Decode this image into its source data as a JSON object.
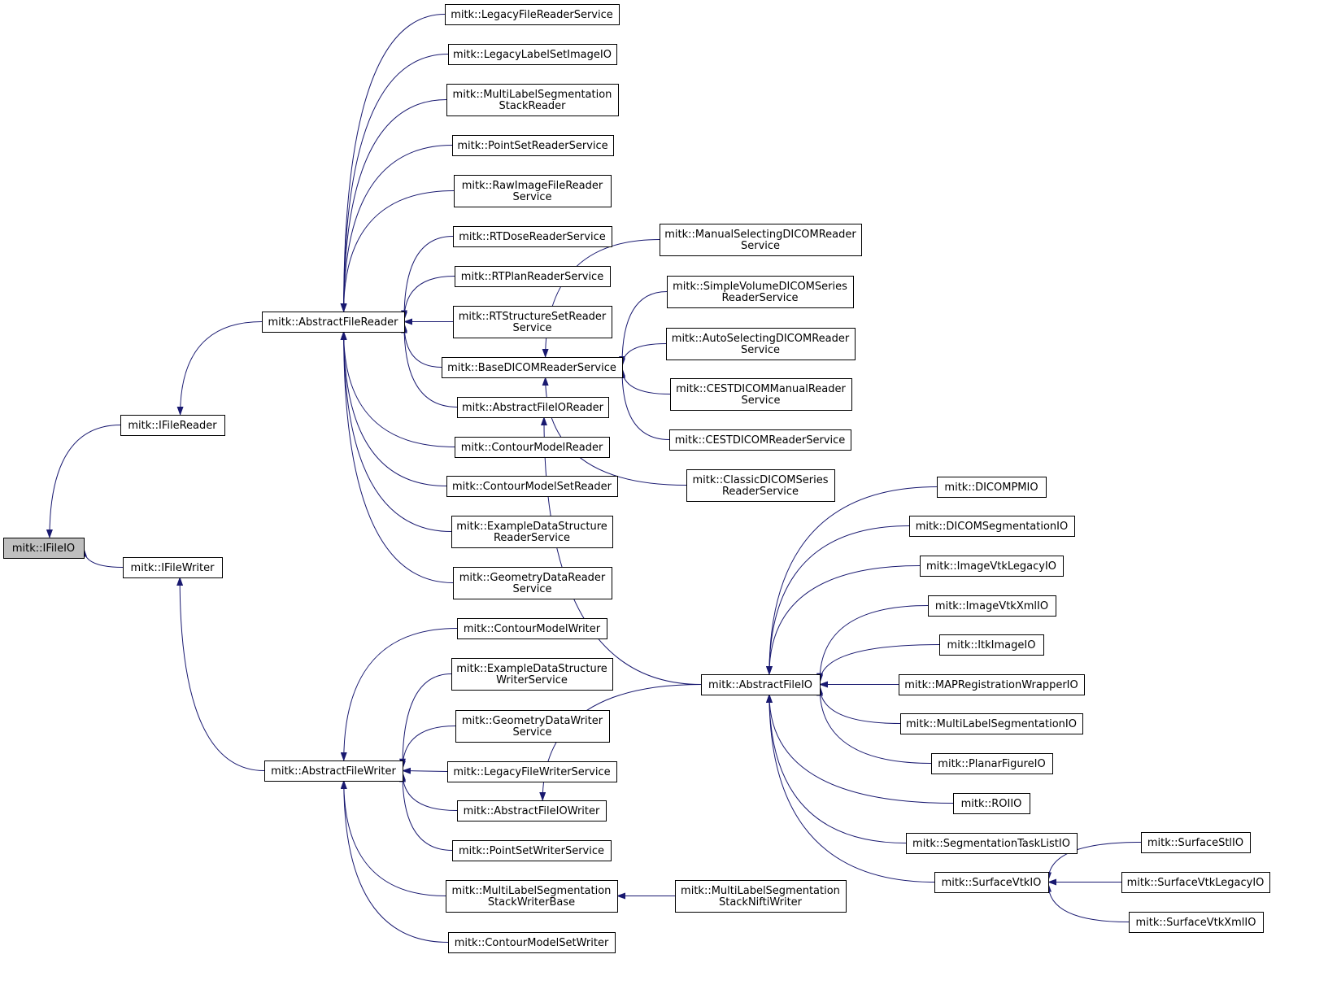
{
  "colors": {
    "edge": "#191970",
    "node_border": "#000000",
    "node_fill": "#ffffff",
    "highlight_fill": "#bfbfbf",
    "background": "#ffffff"
  },
  "nodes": [
    {
      "id": "ifileio",
      "lines": [
        "mitk::IFileIO"
      ],
      "highlight": true
    },
    {
      "id": "ifilereader",
      "lines": [
        "mitk::IFileReader"
      ]
    },
    {
      "id": "ifilewriter",
      "lines": [
        "mitk::IFileWriter"
      ]
    },
    {
      "id": "abstractfilereader",
      "lines": [
        "mitk::AbstractFileReader"
      ]
    },
    {
      "id": "abstractfilewriter",
      "lines": [
        "mitk::AbstractFileWriter"
      ]
    },
    {
      "id": "legacyfilereaderservice",
      "lines": [
        "mitk::LegacyFileReaderService"
      ]
    },
    {
      "id": "legacylabelsetimageio",
      "lines": [
        "mitk::LegacyLabelSetImageIO"
      ]
    },
    {
      "id": "multilabelsegstackreader",
      "lines": [
        "mitk::MultiLabelSegmentation",
        "StackReader"
      ]
    },
    {
      "id": "pointsetreaderservice",
      "lines": [
        "mitk::PointSetReaderService"
      ]
    },
    {
      "id": "rawimagefilereaderservice",
      "lines": [
        "mitk::RawImageFileReader",
        "Service"
      ]
    },
    {
      "id": "rtdosereaderservice",
      "lines": [
        "mitk::RTDoseReaderService"
      ]
    },
    {
      "id": "rtplanreaderservice",
      "lines": [
        "mitk::RTPlanReaderService"
      ]
    },
    {
      "id": "rtstructuresetreaderservice",
      "lines": [
        "mitk::RTStructureSetReader",
        "Service"
      ]
    },
    {
      "id": "basedicomreaderservice",
      "lines": [
        "mitk::BaseDICOMReaderService"
      ]
    },
    {
      "id": "abstractfileioreader",
      "lines": [
        "mitk::AbstractFileIOReader"
      ]
    },
    {
      "id": "contourmodelreader",
      "lines": [
        "mitk::ContourModelReader"
      ]
    },
    {
      "id": "contourmodelsetreader",
      "lines": [
        "mitk::ContourModelSetReader"
      ]
    },
    {
      "id": "exampledatastructurereaderservice",
      "lines": [
        "mitk::ExampleDataStructure",
        "ReaderService"
      ]
    },
    {
      "id": "geometrydatareaderservice",
      "lines": [
        "mitk::GeometryDataReader",
        "Service"
      ]
    },
    {
      "id": "manualselectingdicomreaderservice",
      "lines": [
        "mitk::ManualSelectingDICOMReader",
        "Service"
      ]
    },
    {
      "id": "simplevolumedicomseriesreaderservice",
      "lines": [
        "mitk::SimpleVolumeDICOMSeries",
        "ReaderService"
      ]
    },
    {
      "id": "autoselectingdicomreaderservice",
      "lines": [
        "mitk::AutoSelectingDICOMReader",
        "Service"
      ]
    },
    {
      "id": "cestdicommanualreaderservice",
      "lines": [
        "mitk::CESTDICOMManualReader",
        "Service"
      ]
    },
    {
      "id": "cestdicomreaderservice",
      "lines": [
        "mitk::CESTDICOMReaderService"
      ]
    },
    {
      "id": "classicdicomseriesreaderservice",
      "lines": [
        "mitk::ClassicDICOMSeries",
        "ReaderService"
      ]
    },
    {
      "id": "contourmodelwriter",
      "lines": [
        "mitk::ContourModelWriter"
      ]
    },
    {
      "id": "exampledatastructurewriterservice",
      "lines": [
        "mitk::ExampleDataStructure",
        "WriterService"
      ]
    },
    {
      "id": "geometrydatawriterservice",
      "lines": [
        "mitk::GeometryDataWriter",
        "Service"
      ]
    },
    {
      "id": "legacyfilewriterservice",
      "lines": [
        "mitk::LegacyFileWriterService"
      ]
    },
    {
      "id": "abstractfileiowriter",
      "lines": [
        "mitk::AbstractFileIOWriter"
      ]
    },
    {
      "id": "pointsetwriterservice",
      "lines": [
        "mitk::PointSetWriterService"
      ]
    },
    {
      "id": "multilabelsegstackwriterbase",
      "lines": [
        "mitk::MultiLabelSegmentation",
        "StackWriterBase"
      ]
    },
    {
      "id": "contourmodelsetwriter",
      "lines": [
        "mitk::ContourModelSetWriter"
      ]
    },
    {
      "id": "multilabelsegstackniftiwriter",
      "lines": [
        "mitk::MultiLabelSegmentation",
        "StackNiftiWriter"
      ]
    },
    {
      "id": "abstractfileio",
      "lines": [
        "mitk::AbstractFileIO"
      ]
    },
    {
      "id": "dicompmio",
      "lines": [
        "mitk::DICOMPMIO"
      ]
    },
    {
      "id": "dicomsegmentationio",
      "lines": [
        "mitk::DICOMSegmentationIO"
      ]
    },
    {
      "id": "imagevtklegacyio",
      "lines": [
        "mitk::ImageVtkLegacyIO"
      ]
    },
    {
      "id": "imagevtkxmlio",
      "lines": [
        "mitk::ImageVtkXmlIO"
      ]
    },
    {
      "id": "itkimageio",
      "lines": [
        "mitk::ItkImageIO"
      ]
    },
    {
      "id": "mapregistrationwrapperio",
      "lines": [
        "mitk::MAPRegistrationWrapperIO"
      ]
    },
    {
      "id": "multilabelsegmentationio",
      "lines": [
        "mitk::MultiLabelSegmentationIO"
      ]
    },
    {
      "id": "planarfigureio",
      "lines": [
        "mitk::PlanarFigureIO"
      ]
    },
    {
      "id": "roiio",
      "lines": [
        "mitk::ROIIO"
      ]
    },
    {
      "id": "segmentationtasklistio",
      "lines": [
        "mitk::SegmentationTaskListIO"
      ]
    },
    {
      "id": "surfacevtkio",
      "lines": [
        "mitk::SurfaceVtkIO"
      ]
    },
    {
      "id": "surfacestlio",
      "lines": [
        "mitk::SurfaceStlIO"
      ]
    },
    {
      "id": "surfacevtklegacyio",
      "lines": [
        "mitk::SurfaceVtkLegacyIO"
      ]
    },
    {
      "id": "surfacevtkxmlio",
      "lines": [
        "mitk::SurfaceVtkXmlIO"
      ]
    }
  ],
  "edges": [
    {
      "from": "ifilereader",
      "to": "ifileio"
    },
    {
      "from": "ifilewriter",
      "to": "ifileio"
    },
    {
      "from": "abstractfilereader",
      "to": "ifilereader"
    },
    {
      "from": "abstractfilewriter",
      "to": "ifilewriter"
    },
    {
      "from": "legacyfilereaderservice",
      "to": "abstractfilereader"
    },
    {
      "from": "legacylabelsetimageio",
      "to": "abstractfilereader"
    },
    {
      "from": "multilabelsegstackreader",
      "to": "abstractfilereader"
    },
    {
      "from": "pointsetreaderservice",
      "to": "abstractfilereader"
    },
    {
      "from": "rawimagefilereaderservice",
      "to": "abstractfilereader"
    },
    {
      "from": "rtdosereaderservice",
      "to": "abstractfilereader"
    },
    {
      "from": "rtplanreaderservice",
      "to": "abstractfilereader"
    },
    {
      "from": "rtstructuresetreaderservice",
      "to": "abstractfilereader"
    },
    {
      "from": "basedicomreaderservice",
      "to": "abstractfilereader"
    },
    {
      "from": "abstractfileioreader",
      "to": "abstractfilereader"
    },
    {
      "from": "contourmodelreader",
      "to": "abstractfilereader"
    },
    {
      "from": "contourmodelsetreader",
      "to": "abstractfilereader"
    },
    {
      "from": "exampledatastructurereaderservice",
      "to": "abstractfilereader"
    },
    {
      "from": "geometrydatareaderservice",
      "to": "abstractfilereader"
    },
    {
      "from": "manualselectingdicomreaderservice",
      "to": "basedicomreaderservice"
    },
    {
      "from": "simplevolumedicomseriesreaderservice",
      "to": "basedicomreaderservice"
    },
    {
      "from": "autoselectingdicomreaderservice",
      "to": "basedicomreaderservice"
    },
    {
      "from": "cestdicommanualreaderservice",
      "to": "basedicomreaderservice"
    },
    {
      "from": "cestdicomreaderservice",
      "to": "basedicomreaderservice"
    },
    {
      "from": "classicdicomseriesreaderservice",
      "to": "basedicomreaderservice"
    },
    {
      "from": "contourmodelwriter",
      "to": "abstractfilewriter"
    },
    {
      "from": "exampledatastructurewriterservice",
      "to": "abstractfilewriter"
    },
    {
      "from": "geometrydatawriterservice",
      "to": "abstractfilewriter"
    },
    {
      "from": "legacyfilewriterservice",
      "to": "abstractfilewriter"
    },
    {
      "from": "abstractfileiowriter",
      "to": "abstractfilewriter"
    },
    {
      "from": "pointsetwriterservice",
      "to": "abstractfilewriter"
    },
    {
      "from": "multilabelsegstackwriterbase",
      "to": "abstractfilewriter"
    },
    {
      "from": "contourmodelsetwriter",
      "to": "abstractfilewriter"
    },
    {
      "from": "multilabelsegstackniftiwriter",
      "to": "multilabelsegstackwriterbase"
    },
    {
      "from": "abstractfileio",
      "to": "abstractfileioreader"
    },
    {
      "from": "abstractfileio",
      "to": "abstractfileiowriter"
    },
    {
      "from": "dicompmio",
      "to": "abstractfileio"
    },
    {
      "from": "dicomsegmentationio",
      "to": "abstractfileio"
    },
    {
      "from": "imagevtklegacyio",
      "to": "abstractfileio"
    },
    {
      "from": "imagevtkxmlio",
      "to": "abstractfileio"
    },
    {
      "from": "itkimageio",
      "to": "abstractfileio"
    },
    {
      "from": "mapregistrationwrapperio",
      "to": "abstractfileio"
    },
    {
      "from": "multilabelsegmentationio",
      "to": "abstractfileio"
    },
    {
      "from": "planarfigureio",
      "to": "abstractfileio"
    },
    {
      "from": "roiio",
      "to": "abstractfileio"
    },
    {
      "from": "segmentationtasklistio",
      "to": "abstractfileio"
    },
    {
      "from": "surfacevtkio",
      "to": "abstractfileio"
    },
    {
      "from": "surfacestlio",
      "to": "surfacevtkio"
    },
    {
      "from": "surfacevtklegacyio",
      "to": "surfacevtkio"
    },
    {
      "from": "surfacevtkxmlio",
      "to": "surfacevtkio"
    }
  ]
}
